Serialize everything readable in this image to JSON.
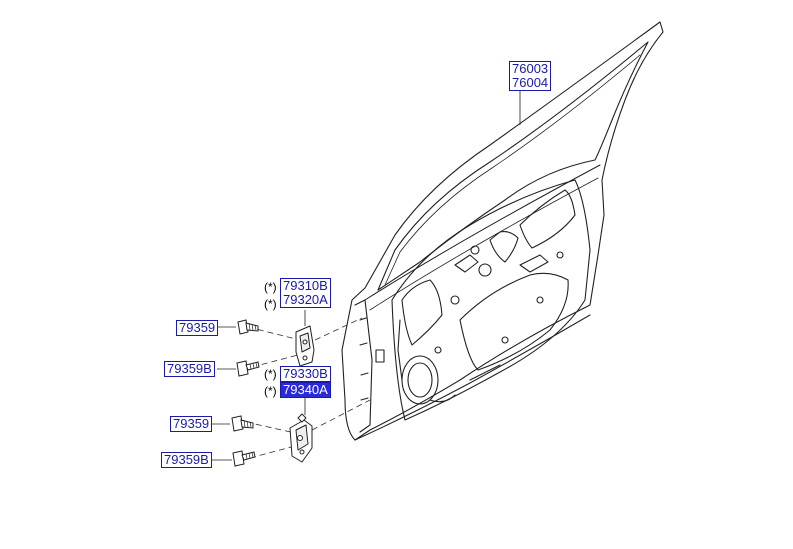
{
  "diagram": {
    "accent_color": "#1a1aa8",
    "selected_color": "#2a2ad8",
    "parts": {
      "door_panel": {
        "line1": "76003",
        "line2": "76004"
      },
      "upper_hinge": {
        "line1": "79310B",
        "line2": "79320A",
        "marker": "(*)"
      },
      "lower_hinge": {
        "line1": "79330B",
        "line2": "79340A",
        "marker": "(*)"
      },
      "bolt_a_upper": "79359",
      "bolt_b_upper": "79359B",
      "bolt_a_lower": "79359",
      "bolt_b_lower": "79359B"
    }
  }
}
